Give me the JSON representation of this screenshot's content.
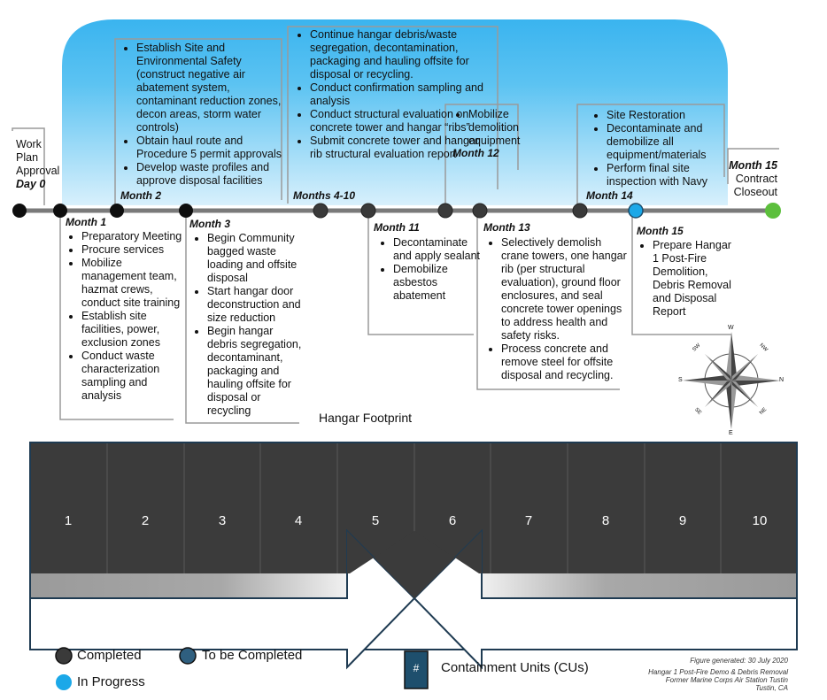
{
  "colors": {
    "sky": "#3ab4ef",
    "line": "#7a7a7a",
    "completed": "#3a3a3a",
    "to_be_completed": "#2f5f7f",
    "in_progress": "#1ba8e8",
    "closeout": "#5cbf3c",
    "cu": "#3b3b3b"
  },
  "timeline": {
    "start_label_lines": [
      "Work",
      "Plan",
      "Approval"
    ],
    "start_month": "Day 0",
    "end_month": "Month 15",
    "end_label_lines": [
      "Contract",
      "Closeout"
    ],
    "milestones": [
      {
        "label": "Month 1",
        "status": "completed",
        "items": [
          "Preparatory Meeting",
          "Procure services",
          "Mobilize management team, hazmat crews, conduct site training",
          "Establish site facilities, power, exclusion zones",
          "Conduct waste characterization sampling and analysis"
        ]
      },
      {
        "label": "Month 2",
        "status": "completed",
        "items": [
          "Establish Site and Environmental Safety (construct negative air abatement system, contaminant reduction zones, decon areas, storm water controls)",
          "Obtain haul route and Procedure 5 permit approvals",
          "Develop waste profiles and approve disposal facilities"
        ]
      },
      {
        "label": "Month 3",
        "status": "completed",
        "items": [
          "Begin Community bagged waste loading and offsite disposal",
          "Start hangar door deconstruction and size reduction",
          "Begin hangar debris segregation, decontaminant, packaging and hauling offsite for disposal or recycling"
        ]
      },
      {
        "label": "Months 4-10",
        "status": "completed",
        "items": [
          "Continue hangar debris/waste segregation, decontamination, packaging and hauling offsite for disposal or recycling.",
          "Conduct confirmation sampling and analysis",
          "Conduct structural evaluation on concrete tower and hangar “ribs”",
          "Submit concrete tower and hangar rib structural evaluation report"
        ]
      },
      {
        "label": "Month 11",
        "status": "completed",
        "items": [
          "Decontaminate and apply sealant",
          "Demobilize asbestos abatement"
        ]
      },
      {
        "label": "Month 12",
        "status": "completed",
        "items": [
          "Mobilize demolition equipment"
        ]
      },
      {
        "label": "Month 13",
        "status": "completed",
        "items": [
          "Selectively demolish crane towers, one hangar rib (per structural evaluation), ground floor enclosures, and seal concrete tower openings to address health and safety risks.",
          "Process concrete and remove steel for offsite disposal and recycling."
        ]
      },
      {
        "label": "Month 14",
        "status": "completed",
        "items": [
          "Site Restoration",
          "Decontaminate and demobilize all equipment/materials",
          "Perform final site inspection with Navy"
        ]
      },
      {
        "label": "Month 15",
        "status": "in_progress",
        "items": [
          "Prepare Hangar 1 Post-Fire Demolition, Debris Removal and Disposal Report"
        ]
      }
    ]
  },
  "footprint": {
    "title": "Hangar Footprint",
    "units": [
      "1",
      "2",
      "3",
      "4",
      "5",
      "6",
      "7",
      "8",
      "9",
      "10"
    ]
  },
  "compass": {
    "n": "N",
    "s": "S",
    "e": "E",
    "w": "W",
    "ne": "NE",
    "nw": "NW",
    "se": "SE",
    "sw": "SW"
  },
  "legend": {
    "completed": "Completed",
    "to_be_completed": "To be Completed",
    "in_progress": "In Progress",
    "cu_symbol": "#",
    "cu_label": "Containment Units (CUs)"
  },
  "footer": {
    "generated": "Figure generated: 30 July 2020",
    "line1": "Hangar 1 Post-Fire Demo & Debris Removal",
    "line2": "Former Marine Corps Air Station Tustin",
    "line3": "Tustin, CA"
  }
}
